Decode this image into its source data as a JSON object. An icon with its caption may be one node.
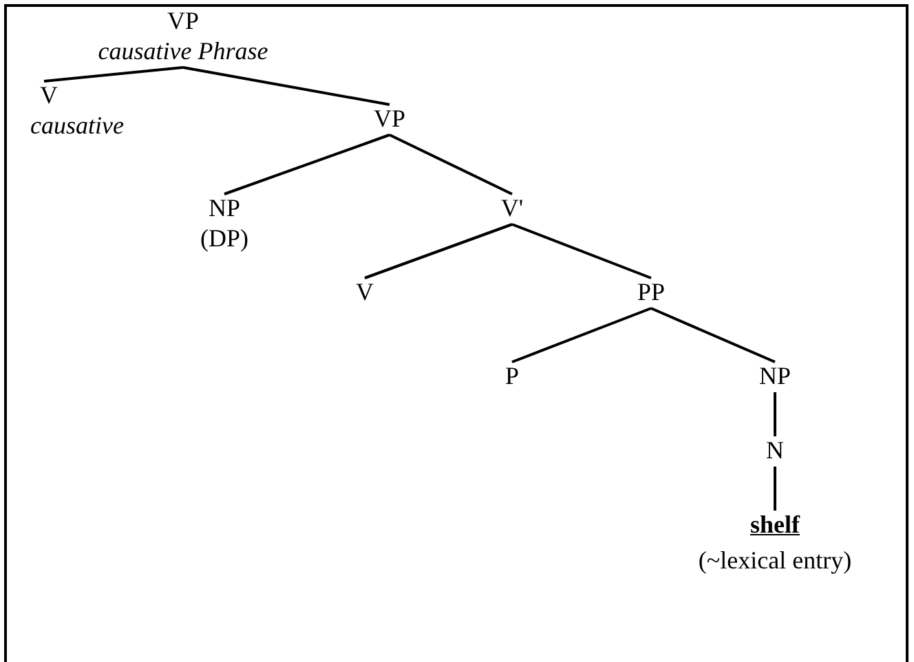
{
  "diagram": {
    "nodes": [
      {
        "text": [
          "VP",
          "causative Phrase"
        ]
      },
      {
        "text": [
          "V",
          "causative"
        ]
      },
      {
        "text": [
          "VP"
        ]
      },
      {
        "text": [
          "NP",
          "(DP)"
        ]
      },
      {
        "text": [
          "V'"
        ]
      },
      {
        "text": [
          "V"
        ]
      },
      {
        "text": [
          "PP"
        ]
      },
      {
        "text": [
          "P"
        ]
      },
      {
        "text": [
          "NP"
        ]
      },
      {
        "text": [
          "N"
        ]
      },
      {
        "text": [
          "shelf",
          "(~lexical entry)"
        ]
      }
    ],
    "edges": [
      {
        "from": 0,
        "to": 1,
        "arrow": "none"
      },
      {
        "from": 0,
        "to": 2,
        "arrow": "none"
      },
      {
        "from": 2,
        "to": 3,
        "arrow": "none"
      },
      {
        "from": 2,
        "to": 4,
        "arrow": "none"
      },
      {
        "from": 4,
        "to": 5,
        "arrow": "none"
      },
      {
        "from": 4,
        "to": 6,
        "arrow": "none"
      },
      {
        "from": 6,
        "to": 7,
        "arrow": "none"
      },
      {
        "from": 6,
        "to": 8,
        "arrow": "none"
      },
      {
        "from": 8,
        "to": 9,
        "arrow": "none"
      },
      {
        "from": 9,
        "to": 10,
        "arrow": "none"
      }
    ]
  }
}
